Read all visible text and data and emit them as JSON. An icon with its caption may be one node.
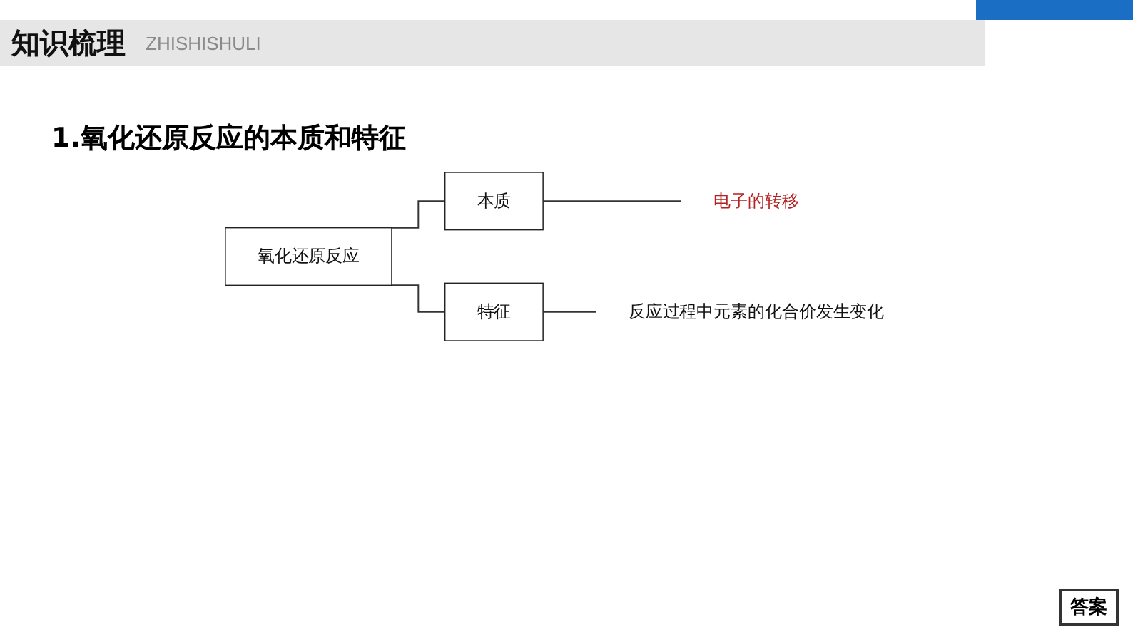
{
  "diagram": {
    "title": "1.氧化还原反应的本质和特征",
    "nodes": [
      {
        "text": [
          "氧化还原反应"
        ]
      },
      {
        "text": [
          "本质"
        ]
      },
      {
        "text": [
          "特征"
        ]
      },
      {
        "text": [
          "电子的转移"
        ]
      },
      {
        "text": [
          "反应过程中元素的化合价发生变化"
        ]
      }
    ],
    "edges": [
      {
        "from": 0,
        "to": 1,
        "arrow": "none"
      },
      {
        "from": 0,
        "to": 2,
        "arrow": "none"
      },
      {
        "from": 1,
        "to": 3,
        "arrow": "none"
      },
      {
        "from": 2,
        "to": 4,
        "arrow": "none"
      }
    ],
    "labels": [
      "知识梳理",
      "ZHISHISHULI",
      "答案"
    ]
  }
}
